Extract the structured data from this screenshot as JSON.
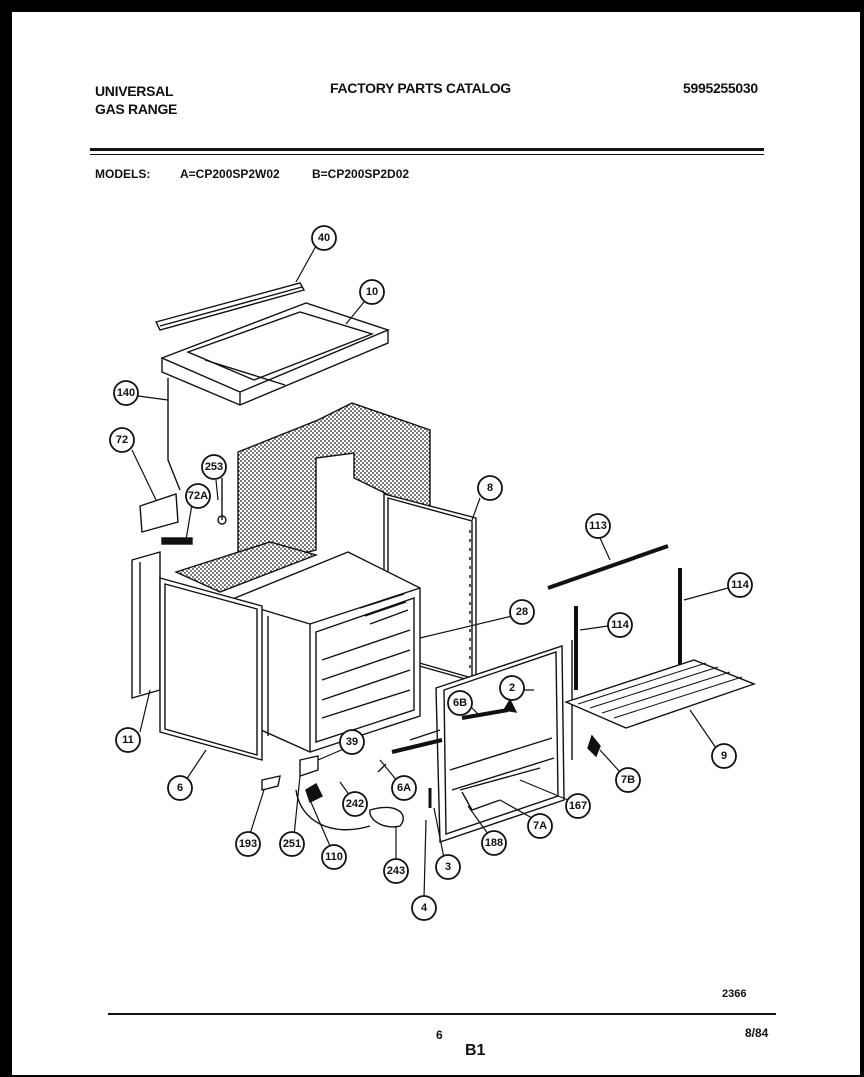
{
  "header": {
    "brand_line1": "UNIVERSAL",
    "brand_line2": "GAS RANGE",
    "catalog_title": "FACTORY PARTS CATALOG",
    "catalog_number": "5995255030"
  },
  "models": {
    "label": "MODELS:",
    "model_a": "A=CP200SP2W02",
    "model_b": "B=CP200SP2D02"
  },
  "callouts": [
    "40",
    "10",
    "140",
    "72",
    "253",
    "72A",
    "8",
    "113",
    "114",
    "114",
    "28",
    "2",
    "6B",
    "9",
    "11",
    "6",
    "39",
    "6A",
    "242",
    "7B",
    "167",
    "7A",
    "188",
    "193",
    "251",
    "110",
    "243",
    "3",
    "4"
  ],
  "footer": {
    "drawing_number": "2366",
    "page_number": "6",
    "section": "B1",
    "date": "8/84"
  },
  "colors": {
    "ink": "#111111",
    "paper": "#ffffff",
    "border": "#000000"
  }
}
